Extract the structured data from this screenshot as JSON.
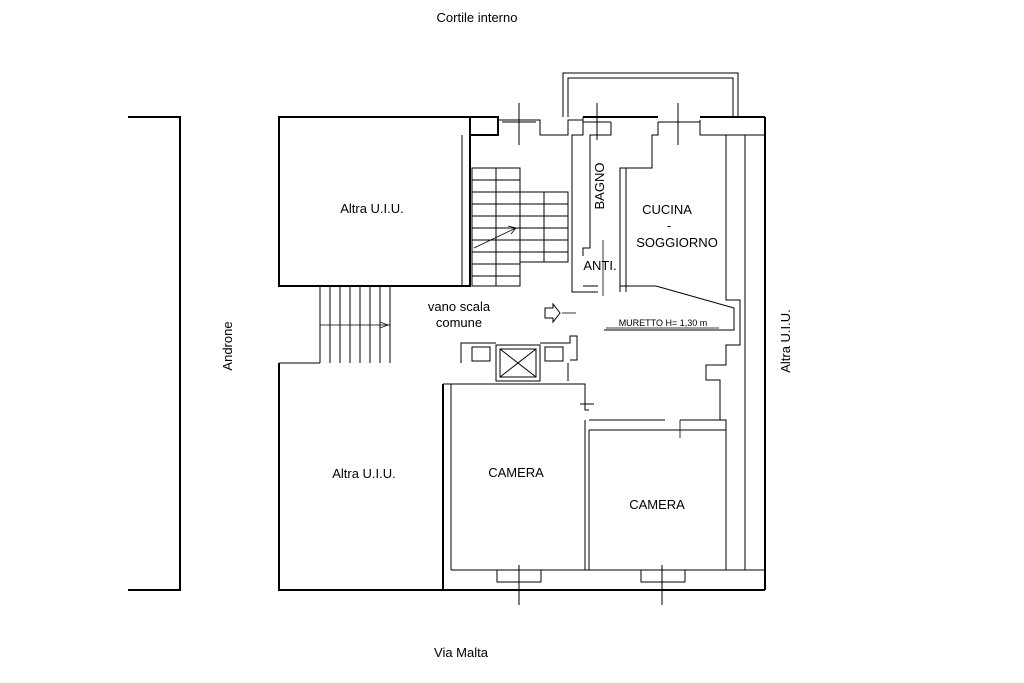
{
  "labels": {
    "top_street": "Cortile interno",
    "bottom_street": "Via Malta",
    "left_side": "Androne",
    "right_side": "Altra U.I.U.",
    "unit_top_left": "Altra U.I.U.",
    "unit_bottom_left": "Altra U.I.U.",
    "stair": "vano scala",
    "stair2": "comune",
    "bagno": "BAGNO",
    "cucina": "CUCINA",
    "dash": "-",
    "soggiorno": "SOGGIORNO",
    "anti": "ANTI.",
    "muretto": "MURETTO H= 1,30 m",
    "camera1": "CAMERA",
    "camera2": "CAMERA"
  }
}
